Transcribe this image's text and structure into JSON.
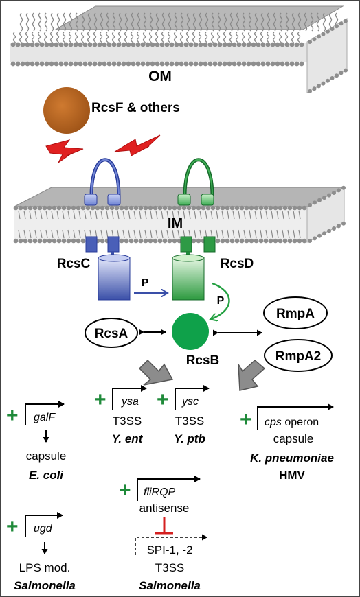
{
  "labels": {
    "om": "OM",
    "rcsf": "RcsF & others",
    "im": "IM",
    "rcsc": "RcsC",
    "rcsd": "RcsD",
    "p1": "P",
    "p2": "P",
    "rcsa": "RcsA",
    "rcsb": "RcsB",
    "rmpa": "RmpA",
    "rmpa2": "RmpA2"
  },
  "targets": {
    "galf": {
      "gene": "galF",
      "line1": "capsule",
      "organism": "E. coli"
    },
    "ysa": {
      "gene": "ysa",
      "line1": "T3SS",
      "organism": "Y. ent"
    },
    "ysc": {
      "gene": "ysc",
      "line1": "T3SS",
      "organism": "Y. ptb"
    },
    "cps": {
      "gene": "cps",
      "gene_suffix": " operon",
      "line1": "capsule",
      "organism": "K. pneumoniae",
      "line3": "HMV"
    },
    "ugd": {
      "gene": "ugd",
      "line1": "LPS mod.",
      "organism": "Salmonella"
    },
    "fli": {
      "gene": "fliRQP",
      "line1": "antisense",
      "repressed1": "SPI-1, -2",
      "repressed2": "T3SS",
      "organism": "Salmonella"
    }
  },
  "plus": "+",
  "colors": {
    "rcsc_blue": "#3a4fa8",
    "rcsd_green": "#1f8a3a",
    "rcsb_green": "#0fa14a",
    "rcsf_brown": "#b0601c",
    "signal_red": "#e02020",
    "repress_red": "#d42020",
    "membrane_gray": "#9a9a9a",
    "arrow_gray": "#8c8c8c"
  }
}
